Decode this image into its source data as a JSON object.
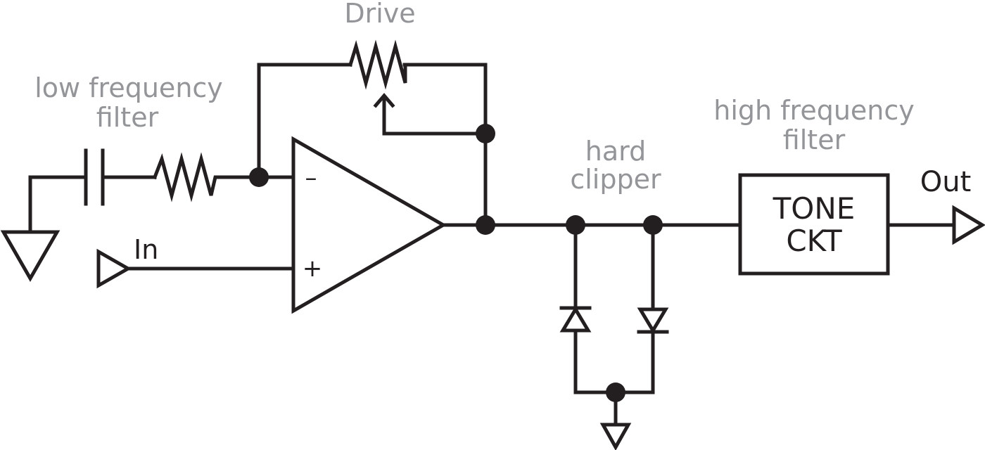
{
  "labels": {
    "drive": "Drive",
    "low_freq_line1": "low frequency",
    "low_freq_line2": "filter",
    "high_freq_line1": "high frequency",
    "high_freq_line2": "filter",
    "hard_clipper_line1": "hard",
    "hard_clipper_line2": "clipper",
    "input": "In",
    "output": "Out",
    "tone_line1": "TONE",
    "tone_line2": "CKT",
    "opamp_minus": "–",
    "opamp_plus": "+"
  },
  "colors": {
    "line": "#231f20",
    "annotation": "#939598",
    "background": "#ffffff"
  }
}
